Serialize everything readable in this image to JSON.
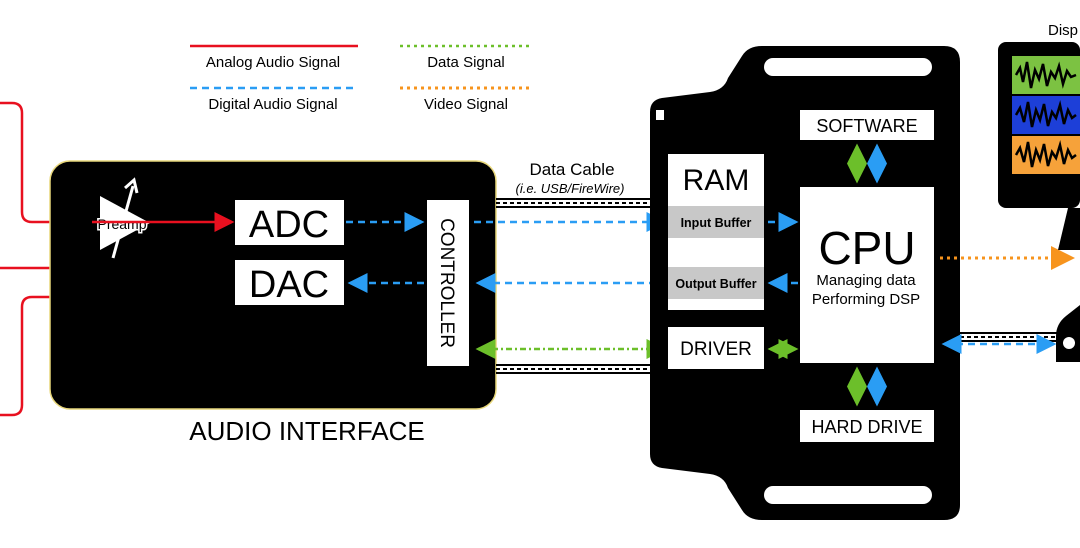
{
  "legend": {
    "analog": "Analog Audio Signal",
    "digital": "Digital Audio Signal",
    "data": "Data Signal",
    "video": "Video Signal"
  },
  "audio_interface": {
    "preamp": "Preamp",
    "adc": "ADC",
    "dac": "DAC",
    "controller": "CONTROLLER",
    "title": "AUDIO INTERFACE"
  },
  "cable": {
    "title": "Data Cable",
    "subtitle": "(i.e. USB/FireWire)"
  },
  "computer": {
    "ram": "RAM",
    "input_buffer": "Input Buffer",
    "output_buffer": "Output Buffer",
    "driver": "DRIVER",
    "software": "SOFTWARE",
    "cpu": "CPU",
    "cpu_line1": "Managing data",
    "cpu_line2": "Performing DSP",
    "hard_drive": "HARD DRIVE"
  },
  "display": {
    "label": "Disp"
  },
  "colors": {
    "analog": "#e8101f",
    "digital": "#2a9df4",
    "data": "#6cbf2a",
    "video": "#f7941d",
    "interface_border": "#e8d77a"
  }
}
